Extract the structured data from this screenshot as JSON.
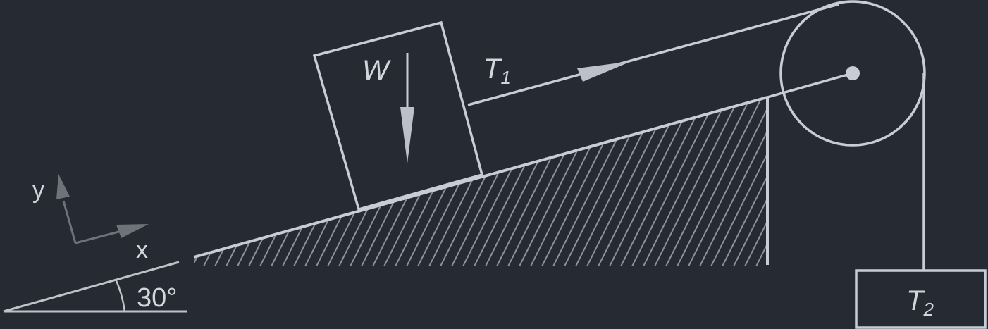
{
  "labels": {
    "weight": "W",
    "tension_1_base": "T",
    "tension_1_sub": "1",
    "tension_2_base": "T",
    "tension_2_sub": "2",
    "axis_x": "x",
    "axis_y": "y",
    "angle": "30°"
  },
  "colors": {
    "background": "#262a33",
    "line": "#c9ccd4",
    "arrow_fill": "#bcc0c9",
    "hatch": "#8e9199",
    "axis_arrow": "#6f7278",
    "axis_text": "#d3d5da",
    "angle_line": "#c0c2c8"
  }
}
